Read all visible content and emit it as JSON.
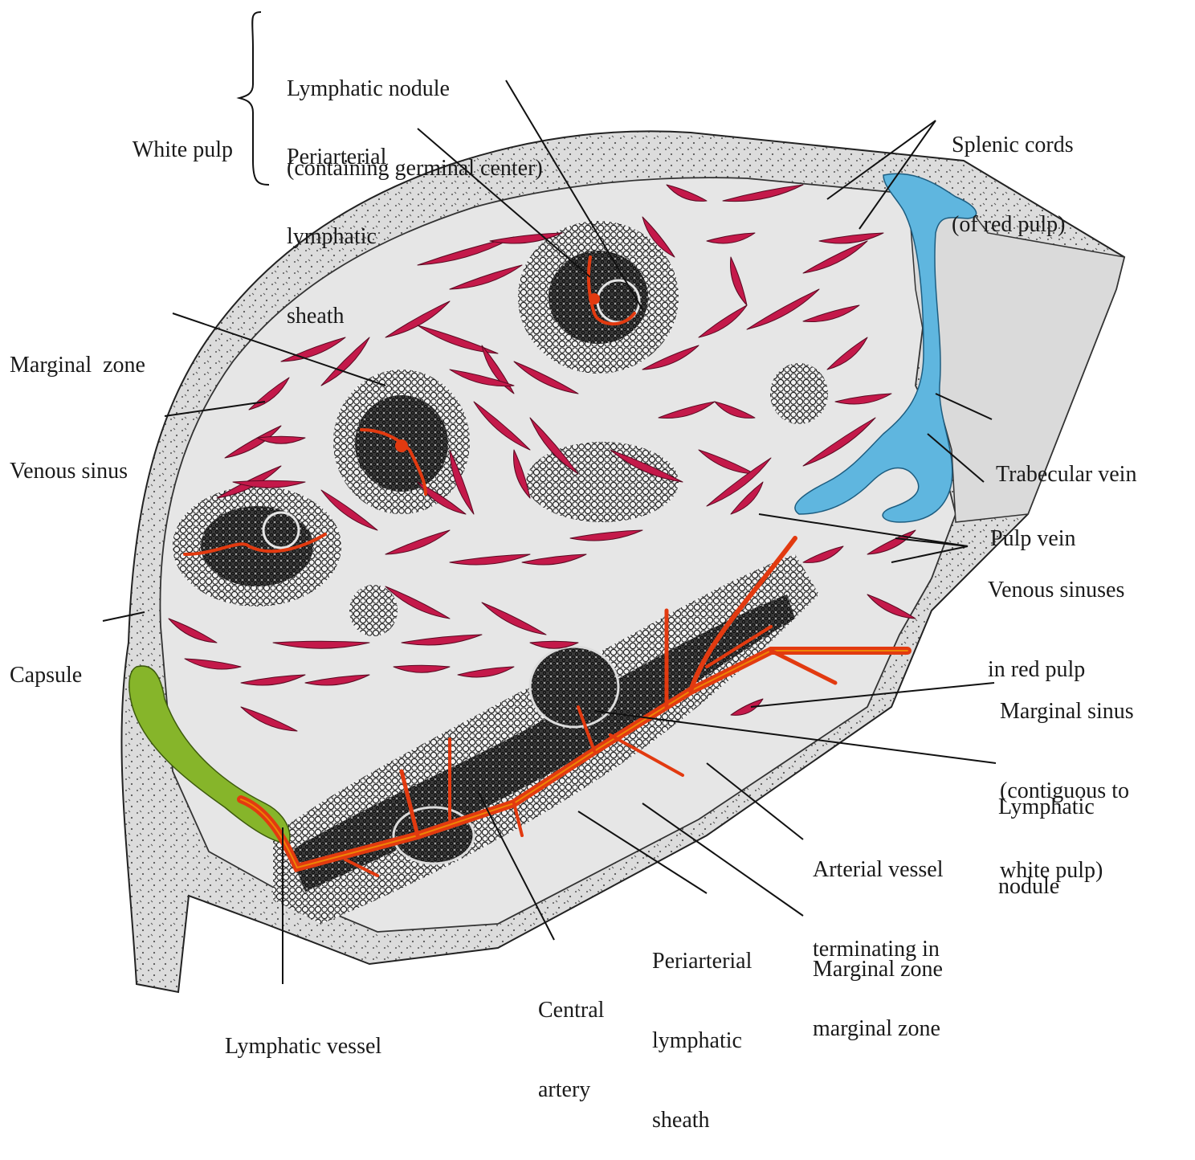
{
  "labels": {
    "white_pulp": "White pulp",
    "lymphatic_nodule_top": [
      "Lymphatic nodule",
      "(containing germinal center)"
    ],
    "pals_top": [
      "Periarterial",
      "lymphatic",
      "sheath"
    ],
    "splenic_cords": [
      "Splenic cords",
      "(of red pulp)"
    ],
    "marginal_zone_left": "Marginal  zone",
    "venous_sinus": "Venous sinus",
    "trabecular_vein": "Trabecular vein",
    "pulp_vein": "Pulp vein",
    "venous_sinuses_red": [
      "Venous sinuses",
      "in red pulp"
    ],
    "capsule": "Capsule",
    "marginal_sinus": [
      "Marginal sinus",
      "(contiguous to",
      "white pulp)"
    ],
    "lymphatic_nodule_right": [
      "Lymphatic",
      "nodule"
    ],
    "arterial_vessel": [
      "Arterial vessel",
      "terminating in",
      "marginal zone"
    ],
    "marginal_zone_bottom": "Marginal zone",
    "pals_bottom": [
      "Periarterial",
      "lymphatic",
      "sheath"
    ],
    "central_artery": [
      "Central",
      "artery"
    ],
    "lymphatic_vessel": "Lymphatic vessel"
  },
  "colors": {
    "red_pulp_sinus": "#c4194a",
    "artery": "#e23a10",
    "vein": "#5fb6df",
    "lymphatic": "#86b52a",
    "tissue": "#e2e2e2",
    "background": "#ffffff"
  }
}
